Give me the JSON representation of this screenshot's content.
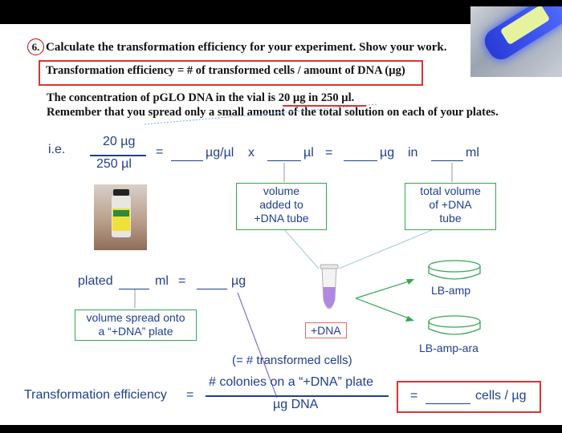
{
  "question": {
    "number": "6.",
    "text": "Calculate the transformation efficiency for your experiment. Show your work."
  },
  "formula_box": "Transformation efficiency = # of transformed cells / amount of DNA (µg)",
  "concentration_line": "The concentration of pGLO DNA in the vial is 20 µg in 250 µl.",
  "reminder_line": "Remember that you spread only a small amount of the total solution on each of your plates.",
  "ie": {
    "label": "i.e.",
    "numerator": "20 µg",
    "denominator": "250 µl",
    "eq1": "=",
    "unit1": "µg/µl",
    "times": "x",
    "unit2": "µl",
    "eq2": "=",
    "unit3": "µg",
    "in": "in",
    "unit4": "ml"
  },
  "boxes": {
    "volume_added": [
      "volume",
      "added to",
      "+DNA tube"
    ],
    "total_volume": [
      "total volume",
      "of +DNA",
      "tube"
    ],
    "volume_spread": [
      "volume spread onto",
      "a “+DNA” plate"
    ],
    "dna_tube": "+DNA"
  },
  "plated": {
    "label": "plated",
    "unit1": "ml",
    "eq": "=",
    "unit2": "µg"
  },
  "plates": {
    "top": "LB-amp",
    "bottom": "LB-amp-ara"
  },
  "transformed_note": "(= # transformed cells)",
  "efficiency": {
    "label": "Transformation efficiency",
    "eq": "=",
    "numerator": "# colonies on a “+DNA” plate",
    "denominator": "µg DNA",
    "eq2": "=",
    "unit": "cells / µg"
  },
  "colors": {
    "text_blue": "#1f3f8f",
    "box_green": "#34a853",
    "box_red": "#d33333",
    "tube_purple": "#b088e0"
  }
}
